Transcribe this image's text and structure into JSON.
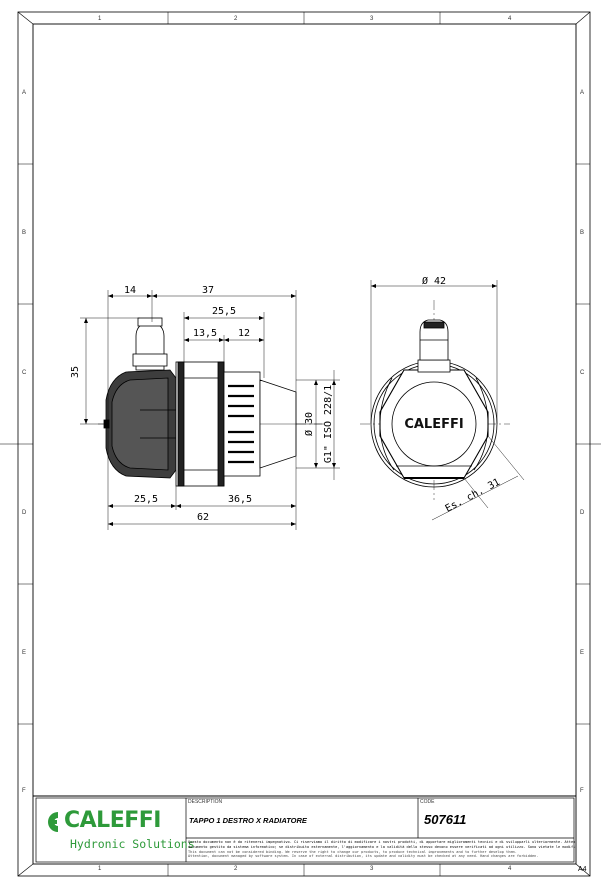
{
  "grid": {
    "columns": [
      "1",
      "2",
      "3",
      "4"
    ],
    "rows": [
      "A",
      "B",
      "C",
      "D",
      "E",
      "F"
    ]
  },
  "dimensions": {
    "d14": "14",
    "d37": "37",
    "d25_5_top": "25,5",
    "d13_5": "13,5",
    "d12": "12",
    "d35": "35",
    "d30": "Ø 30",
    "thread": "G1\" ISO 228/1",
    "d25_5_bottom": "25,5",
    "d36_5": "36,5",
    "d62": "62",
    "d42": "Ø 42",
    "hex": "Es. ch. 31"
  },
  "side_view_logo": "CALEFFI",
  "title_block": {
    "brand": "CALEFFI",
    "tagline": "Hydronic Solutions",
    "description_label": "DESCRIPTION",
    "description": "TAPPO 1 DESTRO X RADIATORE",
    "code_label": "CODE",
    "code": "507611",
    "fine_print_it": "Questo documento non è da ritenersi impegnativo. Ci riserviamo il diritto di modificare i nostri prodotti, di apportare miglioramenti tecnici e di svilupparli ulteriormente. Attenzione,",
    "fine_print_it_2": "documento gestito da sistema informatico; se distribuito esternamente, l'aggiornamento e la validità dello stesso devono essere verificati ad ogni utilizzo. Sono vietate le modifiche manuali.",
    "fine_print_en": "This document can not be considered binding. We reserve the right to change our products, to produce technical improvements and to further develop them.",
    "fine_print_en_2": "Attention, document managed by software system. In case of external distribution, its update and validity must be checked at any need. Hand changes are forbidden.",
    "sheet_size": "A4"
  }
}
